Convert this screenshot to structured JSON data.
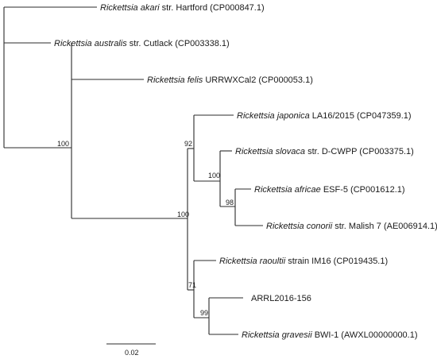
{
  "tree": {
    "taxa": [
      {
        "genus_species": "Rickettsia akari",
        "suffix": " str. Hartford (CP000847.1)"
      },
      {
        "genus_species": "Rickettsia australis",
        "suffix": " str. Cutlack (CP003338.1)"
      },
      {
        "genus_species": "Rickettsia felis",
        "suffix": " URRWXCal2 (CP000053.1)"
      },
      {
        "genus_species": "Rickettsia japonica",
        "suffix": " LA16/2015 (CP047359.1)"
      },
      {
        "genus_species": "Rickettsia slovaca",
        "suffix": " str. D-CWPP (CP003375.1)"
      },
      {
        "genus_species": "Rickettsia africae",
        "suffix": " ESF-5 (CP001612.1)"
      },
      {
        "genus_species": "Rickettsia conorii",
        "suffix": " str. Malish 7 (AE006914.1)"
      },
      {
        "genus_species": "Rickettsia raoultii",
        "suffix": " strain IM16 (CP019435.1)"
      },
      {
        "genus_species": "",
        "suffix": "ARRL2016-156"
      },
      {
        "genus_species": "Rickettsia gravesii",
        "suffix": " BWI-1 (AWXL00000000.1)"
      }
    ],
    "bootstrap": [
      "100",
      "100",
      "92",
      "100",
      "98",
      "71",
      "99"
    ],
    "scale_bar_label": "0.02"
  }
}
